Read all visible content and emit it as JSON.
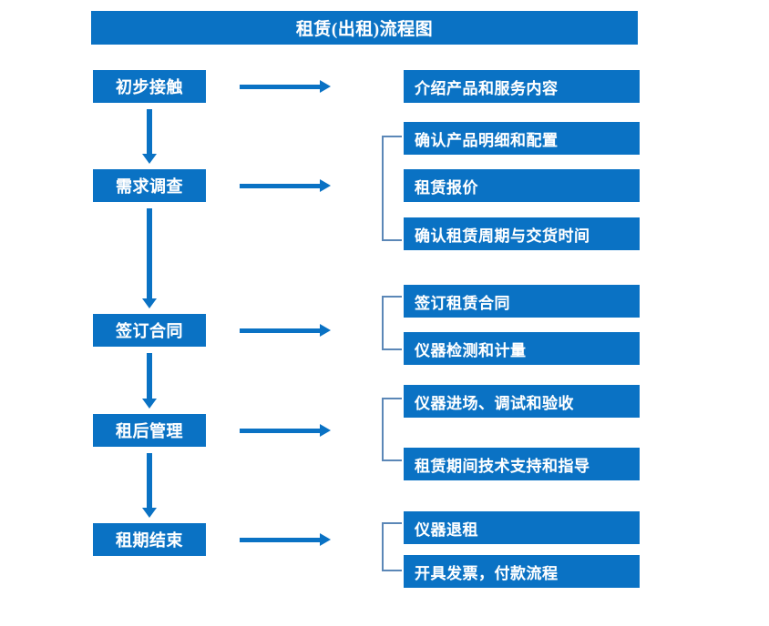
{
  "chart_data": {
    "type": "diagram",
    "title": "租赁(出租)流程图",
    "orientation": "vertical-with-side-details"
  },
  "diagram": {
    "title": "租赁(出租)流程图",
    "stages": [
      {
        "id": "stage-1",
        "label": "初步接触"
      },
      {
        "id": "stage-2",
        "label": "需求调查"
      },
      {
        "id": "stage-3",
        "label": "签订合同"
      },
      {
        "id": "stage-4",
        "label": "租后管理"
      },
      {
        "id": "stage-5",
        "label": "租期结束"
      }
    ],
    "details": [
      {
        "id": "detail-1",
        "label": "介绍产品和服务内容"
      },
      {
        "id": "detail-2",
        "label": "确认产品明细和配置"
      },
      {
        "id": "detail-3",
        "label": "租赁报价"
      },
      {
        "id": "detail-4",
        "label": "确认租赁周期与交货时间"
      },
      {
        "id": "detail-5",
        "label": "签订租赁合同"
      },
      {
        "id": "detail-6",
        "label": "仪器检测和计量"
      },
      {
        "id": "detail-7",
        "label": "仪器进场、调试和验收"
      },
      {
        "id": "detail-8",
        "label": "租赁期间技术支持和指导"
      },
      {
        "id": "detail-9",
        "label": "仪器退租"
      },
      {
        "id": "detail-10",
        "label": "开具发票，付款流程"
      }
    ],
    "colors": {
      "box_fill": "#0a72c4",
      "box_text": "#ffffff",
      "arrow": "#0a72c4",
      "bracket": "#5b87b7",
      "background": "#ffffff"
    }
  }
}
